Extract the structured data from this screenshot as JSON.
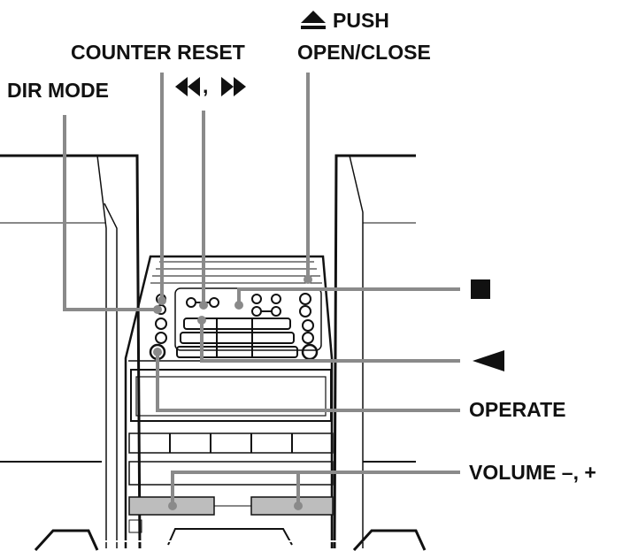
{
  "labels": {
    "push_line1": "PUSH",
    "push_line2": "OPEN/CLOSE",
    "counter_reset": "COUNTER RESET",
    "dir_mode": "DIR MODE",
    "ff_rew": ",",
    "operate": "OPERATE",
    "volume": "VOLUME –, +"
  },
  "symbols": {
    "eject": "eject-icon",
    "rewind": "rewind-icon",
    "fast_forward": "fast-forward-icon",
    "stop": "stop-icon",
    "play": "play-icon"
  },
  "colors": {
    "line_art": "#111111",
    "callout_line": "#8a8a8a",
    "shade": "#bdbdbd",
    "background": "#ffffff"
  }
}
